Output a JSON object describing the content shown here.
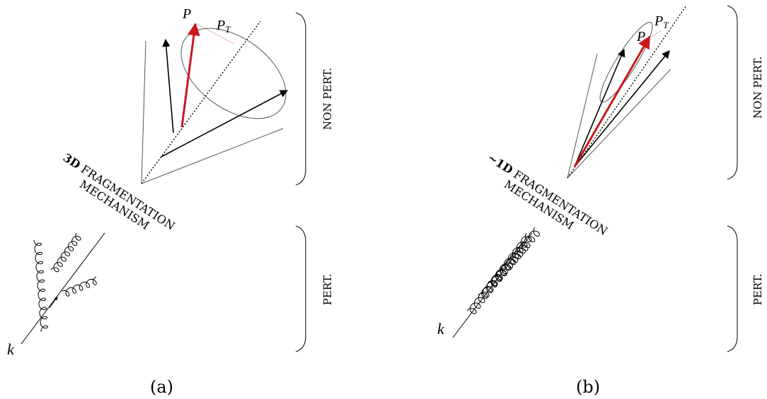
{
  "panels": [
    {
      "id": "a",
      "caption": "(a)",
      "mech_bold": "3D",
      "mech_rest": " FRAGMENTATION",
      "mech_line2": "MECHANISM",
      "label_P": "P",
      "label_PT_base": "P",
      "label_PT_sub": "T",
      "label_k": "k",
      "bracket_nonpert": "NON PERT.",
      "bracket_pert": "PERT."
    },
    {
      "id": "b",
      "caption": "(b)",
      "mech_bold": "~1D",
      "mech_rest": " FRAGMENTATION",
      "mech_line2": "MECHANISM",
      "label_P": "P",
      "label_PT_base": "P",
      "label_PT_sub": "T",
      "label_k": "k",
      "bracket_nonpert": "NON PERT.",
      "bracket_pert": "PERT."
    }
  ],
  "colors": {
    "ink": "#000000",
    "hadron_arrow": "#c8181e",
    "pt_dotted": "#e0605e",
    "cone": "#555555"
  }
}
